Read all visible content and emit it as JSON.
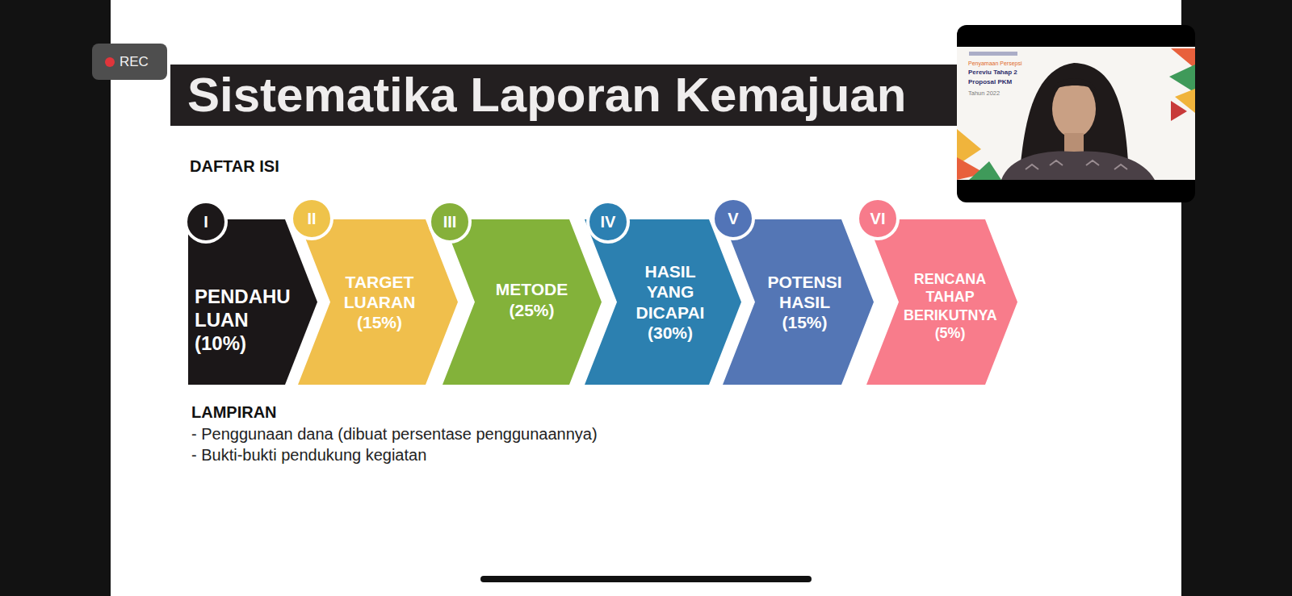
{
  "diagram": {
    "title": "Sistematika Laporan Kemajuan",
    "nodes": [
      {
        "text": [
          "I"
        ]
      },
      {
        "text": [
          "PENDAHU LUAN (10%)"
        ]
      },
      {
        "text": [
          "II"
        ]
      },
      {
        "text": [
          "TARGET LUARAN (15%)"
        ]
      },
      {
        "text": [
          "III"
        ]
      },
      {
        "text": [
          "METODE (25%)"
        ]
      },
      {
        "text": [
          "IV"
        ]
      },
      {
        "text": [
          "HASIL YANG DICAPAI (30%)"
        ]
      },
      {
        "text": [
          "V"
        ]
      },
      {
        "text": [
          "POTENSI HASIL (15%)"
        ]
      },
      {
        "text": [
          "VI"
        ]
      },
      {
        "text": [
          "RENCANA TAHAP BERIKUTNYA (5%)"
        ]
      }
    ],
    "labels": [
      "REC",
      "Penyamaan Persepsi",
      "Pereviu Tahap 2",
      "Proposal PKM",
      "Tahun 2022",
      "DAFTAR ISI",
      "LAMPIRAN",
      "- Penggunaan dana (dibuat persentase penggunaannya)",
      "- Bukti-bukti pendukung kegiatan"
    ]
  }
}
